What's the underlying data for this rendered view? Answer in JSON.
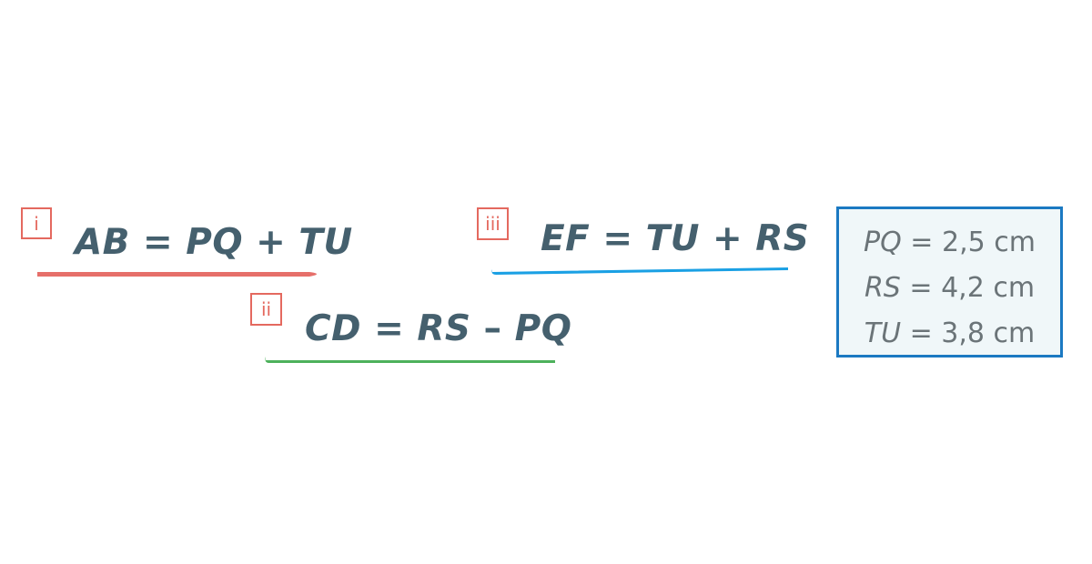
{
  "colors": {
    "text": "#45606e",
    "label_red": "#e4695f",
    "bracket_i": "#e66f6a",
    "bracket_ii": "#4db15c",
    "bracket_iii": "#1aa0e4",
    "given_border": "#1b79c2",
    "given_bg": "#f0f7f9",
    "given_text": "#6b7478"
  },
  "equations": [
    {
      "label": "i",
      "lhs": "AB",
      "eq": "=",
      "a": "PQ",
      "op": "+",
      "b": "TU"
    },
    {
      "label": "ii",
      "lhs": "CD",
      "eq": "=",
      "a": "RS",
      "op": "–",
      "b": "PQ"
    },
    {
      "label": "iii",
      "lhs": "EF",
      "eq": "=",
      "a": "TU",
      "op": "+",
      "b": "RS"
    }
  ],
  "given": [
    {
      "name": "PQ",
      "eq": "=",
      "value": "2,5 cm"
    },
    {
      "name": "RS",
      "eq": "=",
      "value": "4,2 cm"
    },
    {
      "name": "TU",
      "eq": "=",
      "value": "3,8 cm"
    }
  ]
}
